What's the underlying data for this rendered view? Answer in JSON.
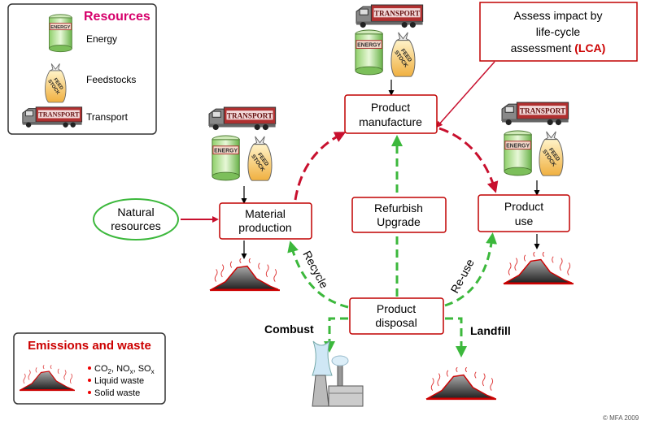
{
  "legend_resources": {
    "title": "Resources",
    "items": [
      {
        "icon": "energy-can-icon",
        "label": "Energy"
      },
      {
        "icon": "feedstock-bag-icon",
        "label": "Feedstocks"
      },
      {
        "icon": "transport-truck-icon",
        "label": "Transport"
      }
    ],
    "title_color": "#d6006b"
  },
  "legend_emissions": {
    "title": "Emissions and waste",
    "title_color": "#cc0000",
    "items": [
      {
        "base": "CO",
        "sub": "2",
        "rest": ", NO",
        "sub2": "x",
        "rest2": ", SO",
        "sub3": "x"
      },
      {
        "label": "Liquid waste"
      },
      {
        "label": "Solid waste"
      }
    ]
  },
  "icon_text": {
    "energy": "ENERGY",
    "feedstock_1": "FEED",
    "feedstock_2": "STOCK",
    "transport": "TRANSPORT"
  },
  "lca_note": {
    "line1": "Assess impact by",
    "line2": "life-cycle",
    "line3": "assessment",
    "highlight": "(LCA)"
  },
  "nodes": {
    "natural_resources": [
      "Natural",
      "resources"
    ],
    "material_production": [
      "Material",
      "production"
    ],
    "product_manufacture": [
      "Product",
      "manufacture"
    ],
    "product_use": [
      "Product",
      "use"
    ],
    "refurbish": [
      "Refurbish",
      "Upgrade"
    ],
    "product_disposal": [
      "Product",
      "disposal"
    ]
  },
  "flow_labels": {
    "recycle": "Recycle",
    "reuse": "Re-use",
    "combust": "Combust",
    "landfill": "Landfill"
  },
  "colors": {
    "primary_flow": "#c8102e",
    "end_of_life_flow": "#3cb83c"
  },
  "copyright": "© MFA 2009"
}
